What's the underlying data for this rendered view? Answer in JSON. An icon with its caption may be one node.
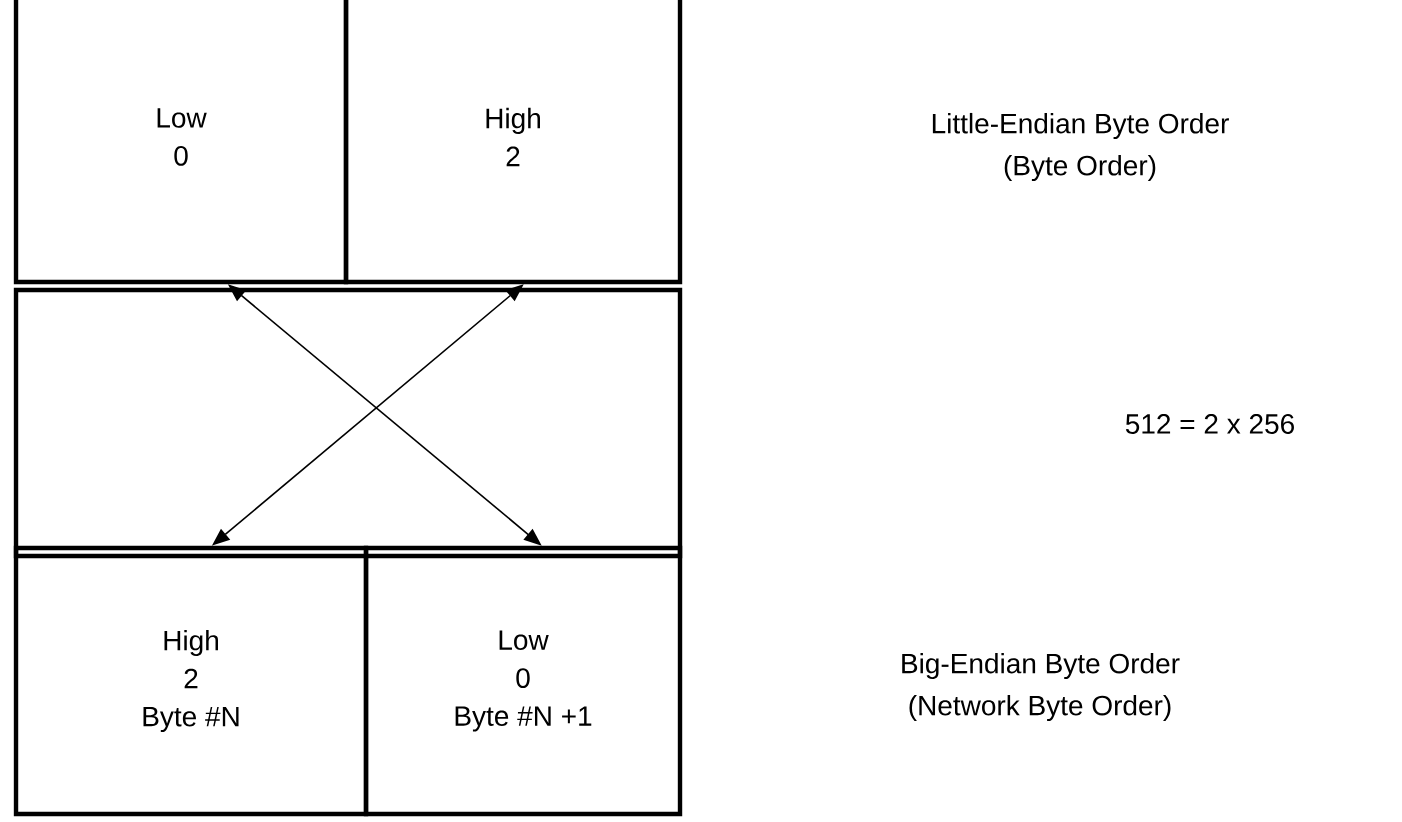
{
  "diagram": {
    "nodes": [
      {
        "text": [
          "Low",
          "0"
        ]
      },
      {
        "text": [
          "High",
          "2"
        ]
      },
      {
        "text": [
          "High",
          "2",
          "Byte #N"
        ]
      },
      {
        "text": [
          "Low",
          "0",
          "Byte #N +1"
        ]
      }
    ],
    "edges": [
      {
        "from": 0,
        "to": 3,
        "arrow": "both"
      },
      {
        "from": 1,
        "to": 2,
        "arrow": "both"
      }
    ],
    "labels": [
      "Little-Endian Byte Order",
      "(Byte Order)",
      "512 = 2 x 256",
      "Big-Endian Byte Order",
      "(Network Byte Order)"
    ]
  }
}
